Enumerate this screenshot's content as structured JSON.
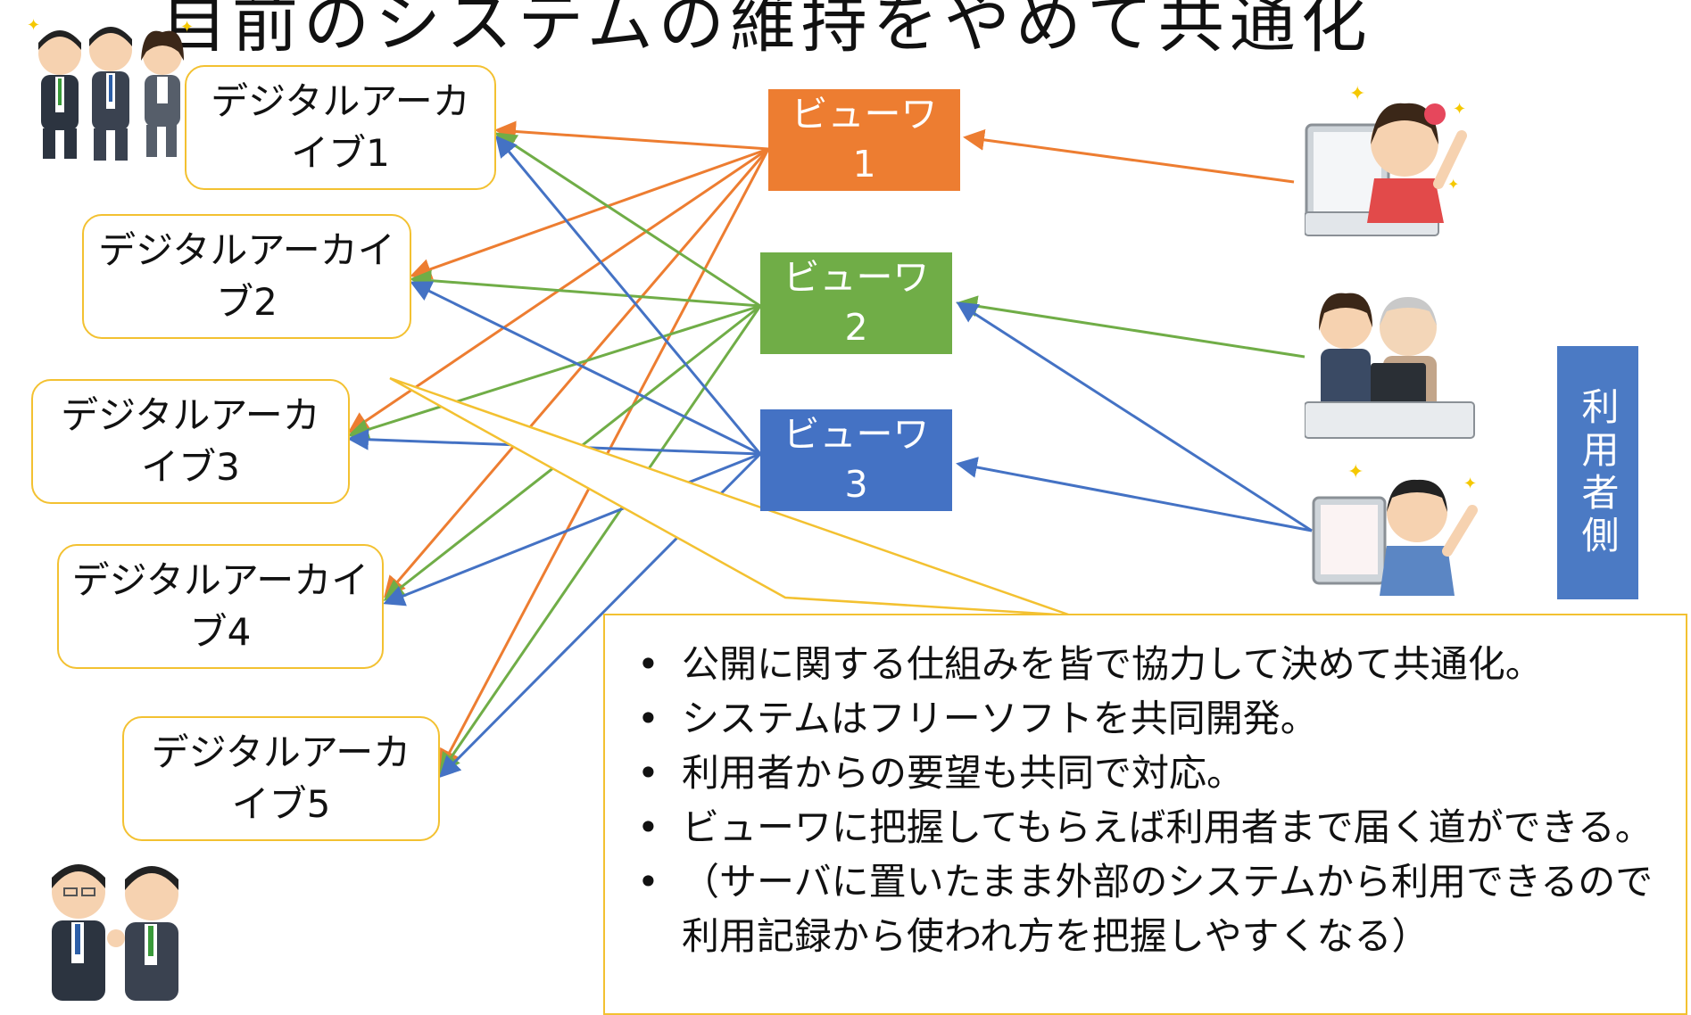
{
  "title": "自前のシステムの維持をやめて共通化",
  "archives": [
    {
      "label": "デジタルアーカイブ1"
    },
    {
      "label": "デジタルアーカイブ2"
    },
    {
      "label": "デジタルアーカイブ3"
    },
    {
      "label": "デジタルアーカイブ4"
    },
    {
      "label": "デジタルアーカイブ5"
    }
  ],
  "viewers": [
    {
      "line1": "ビューワ",
      "line2": "1",
      "color": "#ed7d31"
    },
    {
      "line1": "ビューワ",
      "line2": "2",
      "color": "#70ad47"
    },
    {
      "line1": "ビューワ",
      "line2": "3",
      "color": "#4472c4"
    }
  ],
  "side_label": "利用者側",
  "bullets": [
    "公開に関する仕組みを皆で協力して決めて共通化。",
    "システムはフリーソフトを共同開発。",
    "利用者からの要望も共同で対応。",
    "ビューワに把握してもらえば利用者まで届く道ができる。",
    "（サーバに置いたまま外部のシステムから利用できるので利用記録から使われ方を把握しやすくなる）"
  ],
  "colors": {
    "accent_border": "#f3c131",
    "side_label_bg": "#4b7ac4"
  },
  "icons": {
    "archive_staff_group": "business-people-running-icon",
    "archive_staff_pair": "business-people-handshake-icon",
    "user_1": "girl-at-computer-icon",
    "user_2": "elderly-couple-at-computer-icon",
    "user_3": "boy-at-computer-icon"
  }
}
